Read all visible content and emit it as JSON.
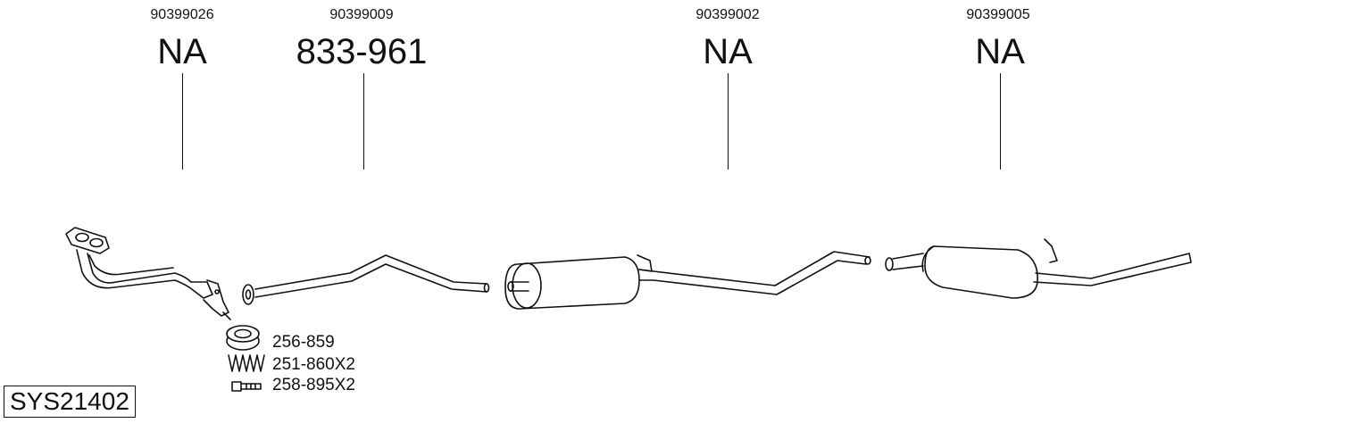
{
  "parts": [
    {
      "oem": "90399026",
      "number": "NA"
    },
    {
      "oem": "90399009",
      "number": "833-961"
    },
    {
      "oem": "90399002",
      "number": "NA"
    },
    {
      "oem": "90399005",
      "number": "NA"
    }
  ],
  "accessories": [
    {
      "label": "256-859",
      "icon": "gasket-ring-icon"
    },
    {
      "label": "251-860X2",
      "icon": "spring-icon"
    },
    {
      "label": "258-895X2",
      "icon": "bolt-icon"
    }
  ],
  "system_code": "SYS21402"
}
